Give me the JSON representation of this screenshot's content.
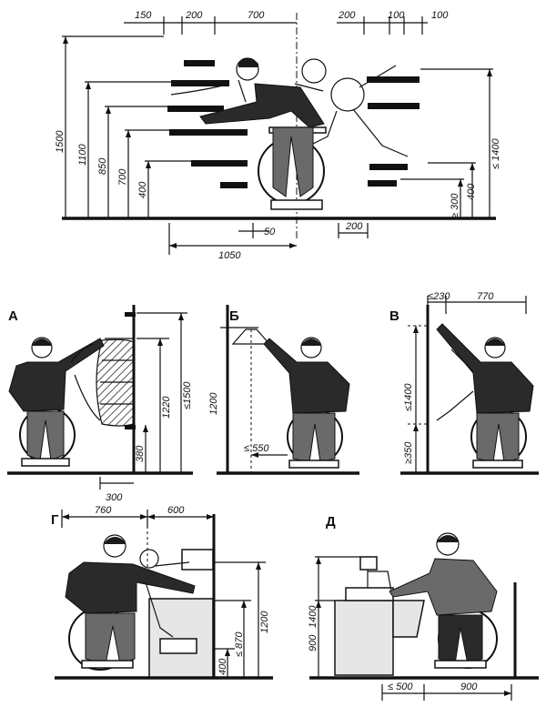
{
  "top": {
    "dims_top_left": [
      "150",
      "200",
      "700"
    ],
    "dims_top_right": [
      "200",
      "100",
      "100"
    ],
    "dims_left": [
      "1500",
      "1100",
      "850",
      "700",
      "400"
    ],
    "dims_right": [
      "≤ 1400",
      "≥ 300",
      "400"
    ],
    "dims_bottom": [
      "50",
      "1050",
      "200"
    ]
  },
  "panel_a": {
    "label": "А",
    "dims": [
      "≤1500",
      "1220",
      "380",
      "300"
    ]
  },
  "panel_b": {
    "label": "Б",
    "dims": [
      "1200",
      "≤ 550"
    ]
  },
  "panel_v": {
    "label": "В",
    "dims": [
      "≤230",
      "770",
      "≤1400",
      "≥350"
    ]
  },
  "panel_g": {
    "label": "Г",
    "dims": [
      "760",
      "600",
      "1200",
      "≤ 870",
      "400"
    ]
  },
  "panel_d": {
    "label": "Д",
    "dims": [
      "1400",
      "900",
      "≤ 500",
      "900"
    ]
  }
}
